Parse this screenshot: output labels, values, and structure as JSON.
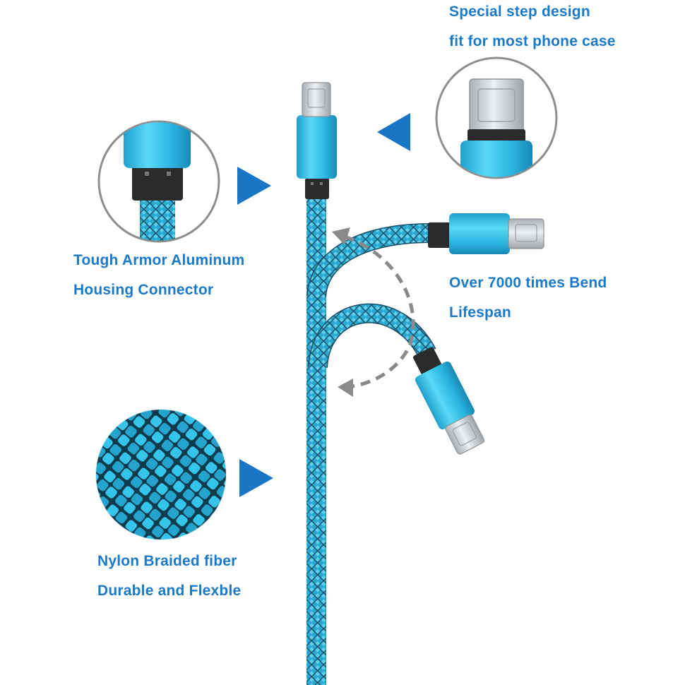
{
  "colors": {
    "label_text": "#1a79c9",
    "arrow": "#1976c7",
    "cable_braid": "#2aa8cf",
    "cable_braid_dark": "#1b4f66",
    "connector_housing": "#3cc6ea",
    "metal_plug": "#c7ccd0",
    "strain_relief": "#2b2b2b",
    "callout_ring": "#8e8e8e",
    "bend_arrow": "#8a8a8a"
  },
  "features": {
    "step_design": {
      "line1": "Special step design",
      "line2": "fit for most phone case"
    },
    "housing": {
      "line1": "Tough Armor Aluminum",
      "line2": "Housing Connector"
    },
    "bend": {
      "line1": "Over 7000 times Bend",
      "line2": "Lifespan"
    },
    "nylon": {
      "line1": "Nylon Braided fiber",
      "line2": "Durable and Flexble"
    }
  },
  "icons": {
    "pointer": "triangle-arrow-icon",
    "bend_indicator": "curved-dashed-arrow-icon"
  }
}
